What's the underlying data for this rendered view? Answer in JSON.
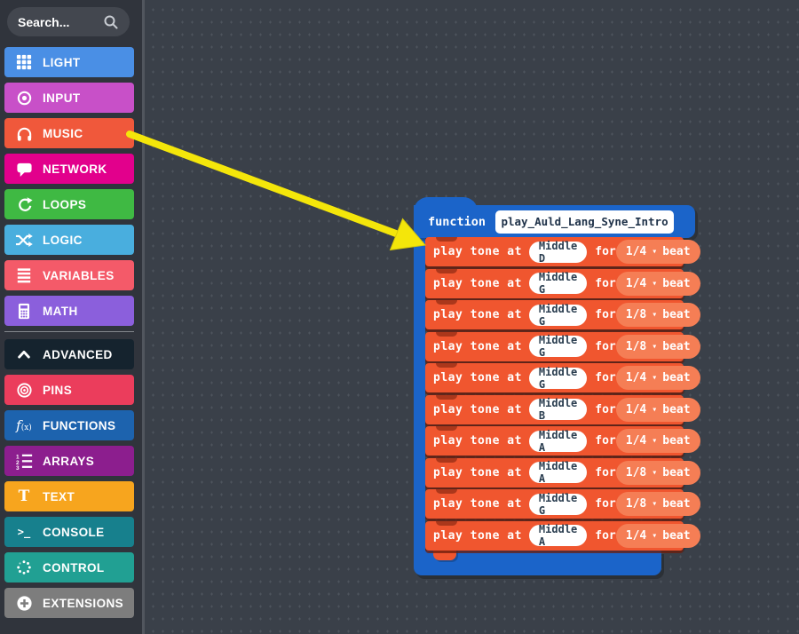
{
  "colors": {
    "canvas_bg": "#3a4049",
    "sidebar_bg": "#30343c",
    "function_blue": "#1b64c9",
    "music_orange": "#f0562f",
    "dropdown_orange": "#f57e55",
    "arrow_yellow": "#f4e60a",
    "note_text": "#2b3e50"
  },
  "sidebar": {
    "search": {
      "placeholder": "Search...",
      "icon": "search-icon"
    },
    "items": [
      {
        "label": "LIGHT",
        "color": "#4a8fe5",
        "icon": "grid-icon"
      },
      {
        "label": "INPUT",
        "color": "#c850c8",
        "icon": "target-icon"
      },
      {
        "label": "MUSIC",
        "color": "#f0583b",
        "icon": "headphones-icon"
      },
      {
        "label": "NETWORK",
        "color": "#e2008c",
        "icon": "chat-bubble-icon"
      },
      {
        "label": "LOOPS",
        "color": "#3fb943",
        "icon": "loop-icon"
      },
      {
        "label": "LOGIC",
        "color": "#49aede",
        "icon": "shuffle-icon"
      },
      {
        "label": "VARIABLES",
        "color": "#f45a69",
        "icon": "list-lines-icon"
      },
      {
        "label": "MATH",
        "color": "#8b5fdc",
        "icon": "calculator-icon"
      },
      {
        "label": "ADVANCED",
        "color": "#15232e",
        "icon": "chevron-up-icon"
      },
      {
        "label": "PINS",
        "color": "#eb3d5c",
        "icon": "bullseye-icon"
      },
      {
        "label": "FUNCTIONS",
        "color": "#1d63ae",
        "icon": "fx-icon"
      },
      {
        "label": "ARRAYS",
        "color": "#8c1e8e",
        "icon": "numbered-list-icon"
      },
      {
        "label": "TEXT",
        "color": "#f7a51e",
        "icon": "text-icon"
      },
      {
        "label": "CONSOLE",
        "color": "#17808d",
        "icon": "terminal-icon"
      },
      {
        "label": "CONTROL",
        "color": "#21a093",
        "icon": "spinner-icon"
      },
      {
        "label": "EXTENSIONS",
        "color": "#7d7d7d",
        "icon": "plus-circle-icon"
      }
    ]
  },
  "workspace": {
    "function_block": {
      "keyword": "function",
      "name": "play_Auld_Lang_Syne_Intro",
      "labels": {
        "play_prefix": "play tone at",
        "for_label": "for",
        "beat_label": "beat",
        "dropdown_arrow": "▾"
      },
      "rows": [
        {
          "note": "Middle D",
          "duration": "1/4"
        },
        {
          "note": "Middle G",
          "duration": "1/4"
        },
        {
          "note": "Middle G",
          "duration": "1/8"
        },
        {
          "note": "Middle G",
          "duration": "1/8"
        },
        {
          "note": "Middle G",
          "duration": "1/4"
        },
        {
          "note": "Middle B",
          "duration": "1/4"
        },
        {
          "note": "Middle A",
          "duration": "1/4"
        },
        {
          "note": "Middle A",
          "duration": "1/8"
        },
        {
          "note": "Middle G",
          "duration": "1/8"
        },
        {
          "note": "Middle A",
          "duration": "1/4"
        }
      ]
    },
    "annotation_arrow": {
      "color": "#f4e60a",
      "points_from": "MUSIC",
      "points_to": "first play tone block"
    }
  }
}
